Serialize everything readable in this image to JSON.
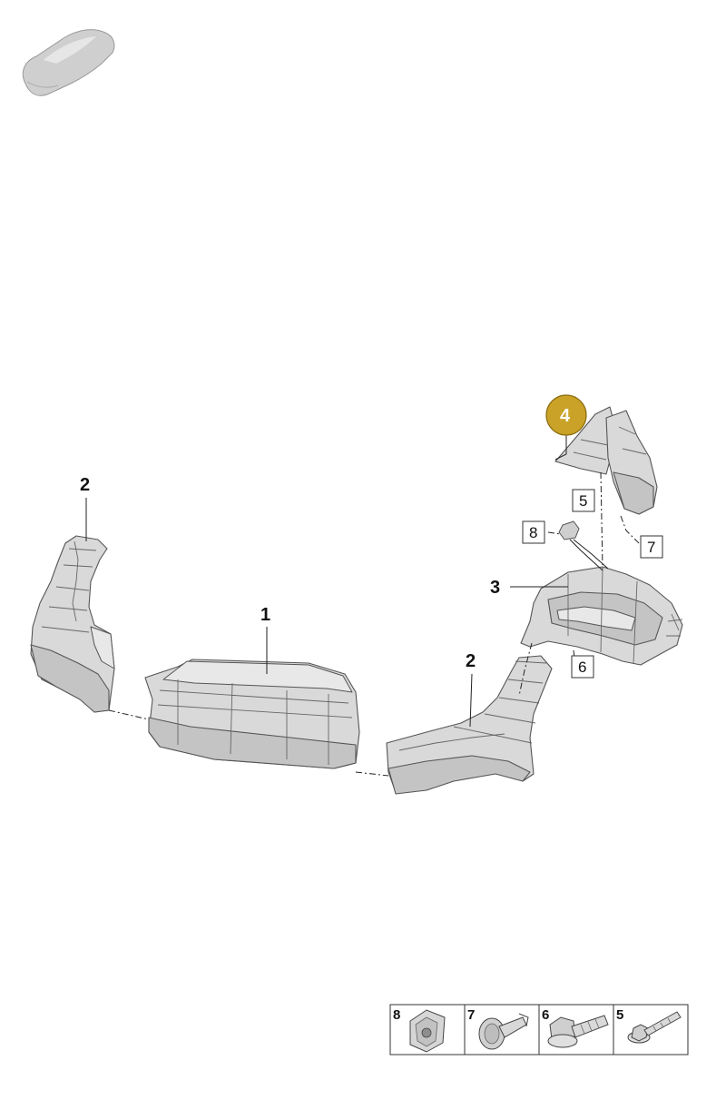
{
  "callouts": {
    "c1": "1",
    "c2_left": "2",
    "c2_right": "2",
    "c3": "3",
    "c4": "4",
    "c5": "5",
    "c6": "6",
    "c7": "7",
    "c8": "8"
  },
  "legend": [
    "8",
    "7",
    "6",
    "5"
  ],
  "colors": {
    "highlight": "#c9a227",
    "part_fill": "#d9d9d9"
  }
}
